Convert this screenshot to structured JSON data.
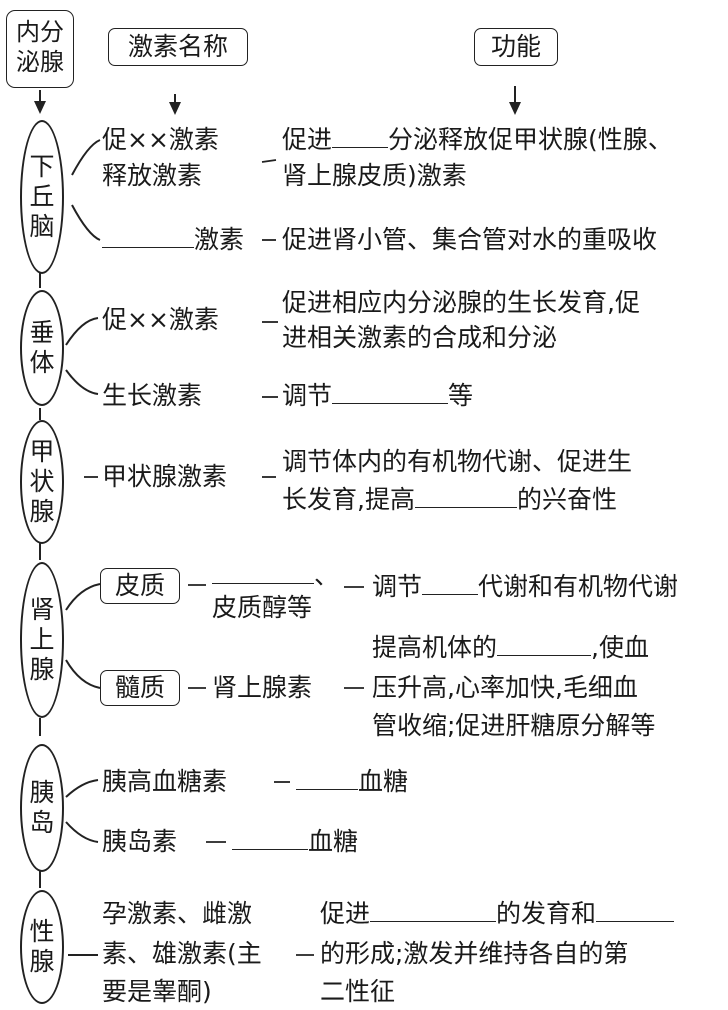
{
  "header": {
    "gland_col": [
      "内分",
      "泌腺"
    ],
    "hormone_col": "激素名称",
    "function_col": "功能"
  },
  "hypothalamus": {
    "name": [
      "下",
      "丘",
      "脑"
    ],
    "h1": [
      "促××激素",
      "释放激素"
    ],
    "f1_prefix": "促进",
    "f1_suffix": "分泌释放促甲状腺(性腺、",
    "f1_line2": "肾上腺皮质)激素",
    "h2_suffix": "激素",
    "f2": "促进肾小管、集合管对水的重吸收"
  },
  "pituitary": {
    "name": [
      "垂",
      "体"
    ],
    "h1": "促××激素",
    "f1_line1": "促进相应内分泌腺的生长发育,促",
    "f1_line2": "进相关激素的合成和分泌",
    "h2": "生长激素",
    "f2_prefix": "调节",
    "f2_suffix": "等"
  },
  "thyroid": {
    "name": [
      "甲",
      "状",
      "腺"
    ],
    "h1": "甲状腺激素",
    "f1_line1": "调节体内的有机物代谢、促进生",
    "f1_prefix": "长发育,提高",
    "f1_suffix": "的兴奋性"
  },
  "adrenal": {
    "name": [
      "肾",
      "上",
      "腺"
    ],
    "cortex_label": "皮质",
    "cortex_h_comma": "、",
    "cortex_h_line2": "皮质醇等",
    "cortex_f_prefix": "调节",
    "cortex_f_suffix": "代谢和有机物代谢",
    "medulla_label": "髓质",
    "medulla_h": "肾上腺素",
    "medulla_f_prefix": "提高机体的",
    "medulla_f_suffix": ",使血",
    "medulla_f_line2": "压升高,心率加快,毛细血",
    "medulla_f_line3": "管收缩;促进肝糖原分解等"
  },
  "pancreas": {
    "name": [
      "胰",
      "岛"
    ],
    "h1": "胰高血糖素",
    "f1_suffix": "血糖",
    "h2": "胰岛素",
    "f2_suffix": "血糖"
  },
  "gonad": {
    "name": [
      "性",
      "腺"
    ],
    "h_line1": "孕激素、雌激",
    "h_line2": "素、雄激素(主",
    "h_line3": "要是睾酮)",
    "f_prefix": "促进",
    "f_mid": "的发育和",
    "f_line2": "的形成;激发并维持各自的第",
    "f_line3": "二性征"
  }
}
